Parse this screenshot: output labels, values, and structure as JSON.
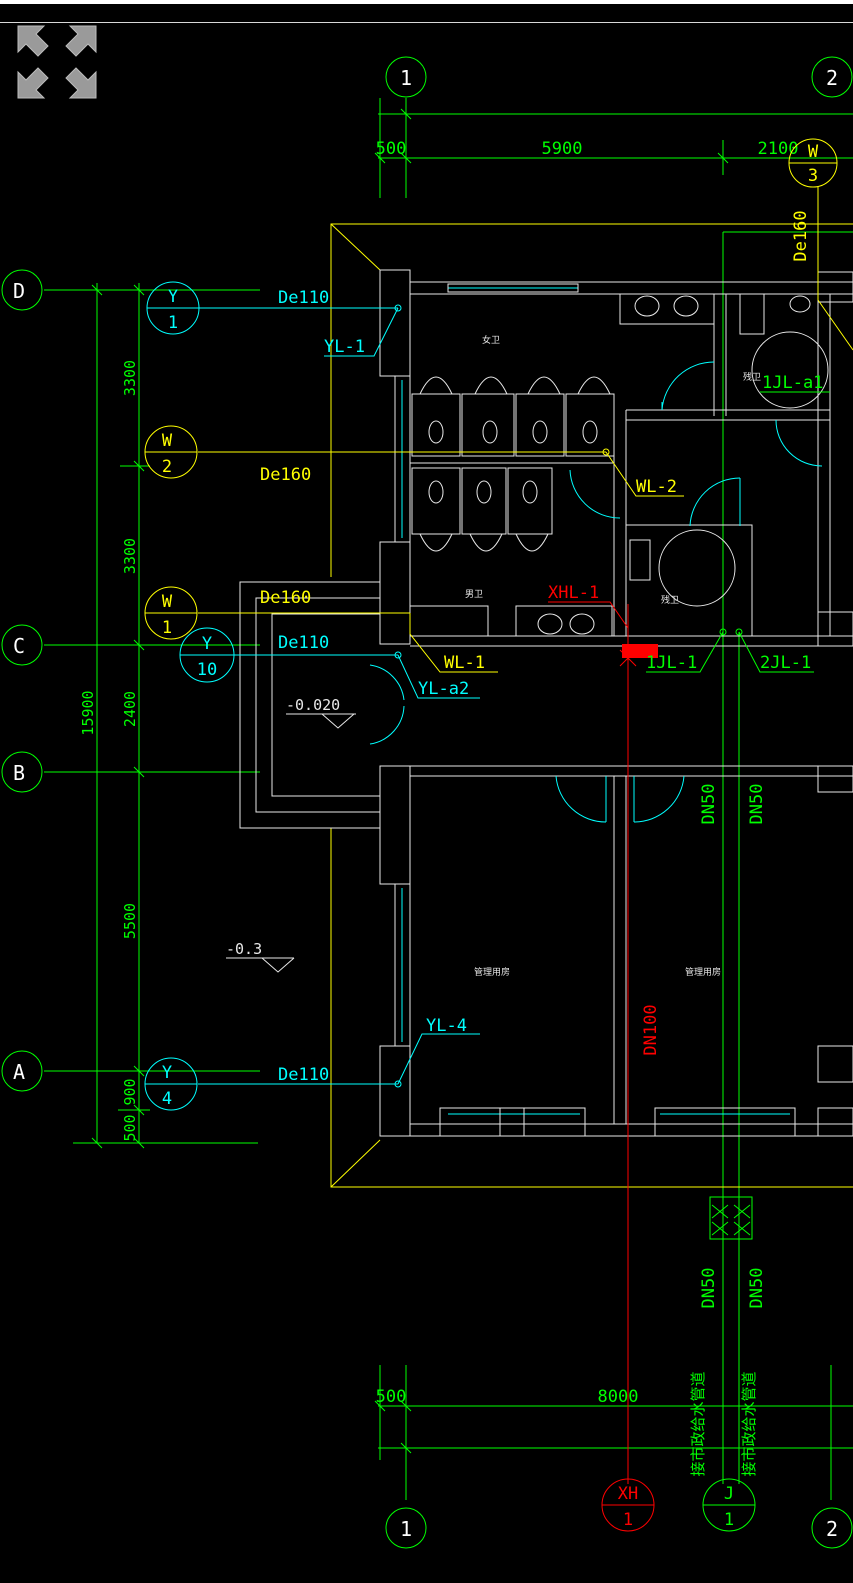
{
  "grid_axes": {
    "col_1_top": "1",
    "col_2_top": "2",
    "col_1_bottom": "1",
    "col_2_bottom": "2",
    "row_d": "D",
    "row_c": "C",
    "row_b": "B",
    "row_a": "A"
  },
  "dimensions": {
    "top_500": "500",
    "top_5900": "5900",
    "top_2100": "2100",
    "left_3300_a": "3300",
    "left_3300_b": "3300",
    "left_2400": "2400",
    "left_5500": "5500",
    "left_900": "900",
    "left_500": "500",
    "left_total": "15900",
    "bottom_500": "500",
    "bottom_8000": "8000"
  },
  "pipe_markers": {
    "w3": {
      "top": "W",
      "bottom": "3"
    },
    "y1": {
      "top": "Y",
      "bottom": "1"
    },
    "w2": {
      "top": "W",
      "bottom": "2"
    },
    "w1": {
      "top": "W",
      "bottom": "1"
    },
    "y10": {
      "top": "Y",
      "bottom": "10"
    },
    "y4": {
      "top": "Y",
      "bottom": "4"
    },
    "xh1": {
      "top": "XH",
      "bottom": "1"
    },
    "j1": {
      "top": "J",
      "bottom": "1"
    }
  },
  "pipe_sizes": {
    "de160_top": "De160",
    "de110_y1": "De110",
    "de160_w2": "De160",
    "de160_w1": "De160",
    "de110_y10": "De110",
    "de110_y4": "De110",
    "dn50_a": "DN50",
    "dn50_b": "DN50",
    "dn100": "DN100",
    "dn50_c": "DN50",
    "dn50_d": "DN50"
  },
  "pipe_labels": {
    "yl1": "YL-1",
    "yl_a2": "YL-a2",
    "yl4": "YL-4",
    "wl1": "WL-1",
    "wl2": "WL-2",
    "xhl1": "XHL-1",
    "jl1_a1": "1JL-a1",
    "jl1": "1JL-1",
    "jl2": "2JL-1"
  },
  "rooms": {
    "women_wc": "女卫",
    "men_wc": "男卫",
    "mgmt_1": "管理用房",
    "mgmt_2": "管理用房",
    "small_1": "残卫",
    "small_2": "残卫"
  },
  "elevations": {
    "porch": "-0.020",
    "outside": "-0.3"
  },
  "notes": {
    "connect_a": "接市政给水管道",
    "connect_b": "接市政给水管道"
  },
  "colors": {
    "axis": "#00ff00",
    "wall": "#e8e8e8",
    "drain": "#ffff00",
    "rain": "#00ffff",
    "fire": "#ff0000",
    "background": "#000000"
  }
}
